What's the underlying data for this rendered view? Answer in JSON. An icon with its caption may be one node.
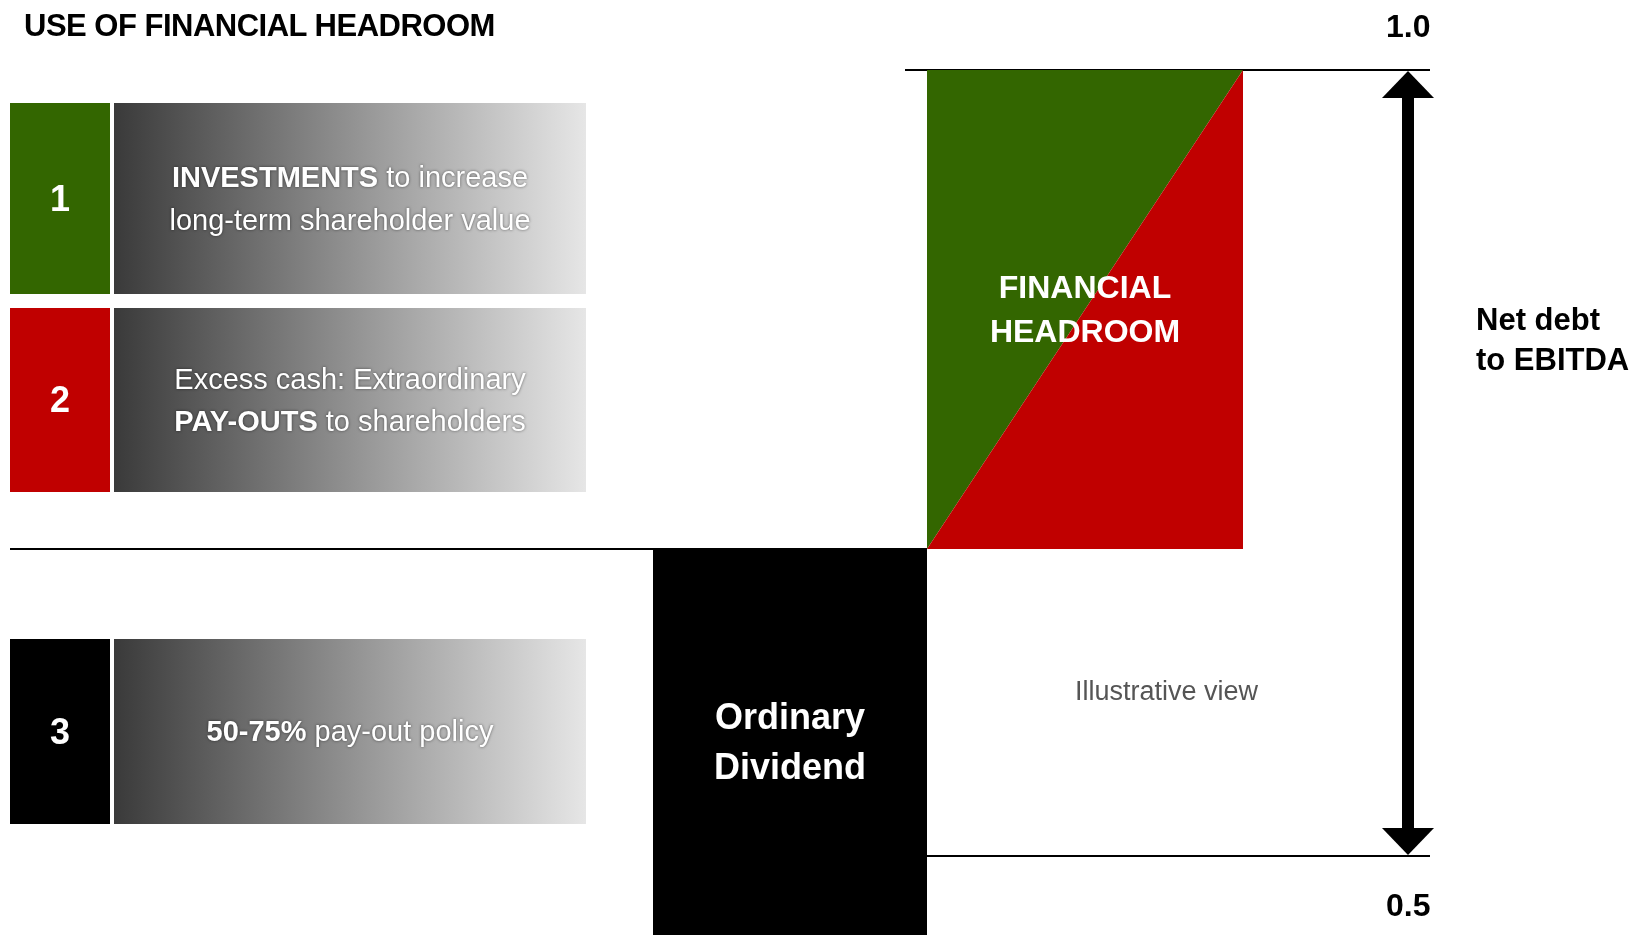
{
  "diagram": {
    "title": "USE OF FINANCIAL HEADROOM",
    "nodes": [
      {
        "text": [
          "1"
        ]
      },
      {
        "text": [
          "**INVESTMENTS** to increase long-term shareholder value"
        ]
      },
      {
        "text": [
          "2"
        ]
      },
      {
        "text": [
          "Excess cash: Extraordinary **PAY-OUTS** to shareholders"
        ]
      },
      {
        "text": [
          "3"
        ]
      },
      {
        "text": [
          "**50-75%** pay-out policy"
        ]
      },
      {
        "text": [
          "Ordinary Dividend"
        ]
      },
      {
        "text": [
          "FINANCIAL HEADROOM"
        ]
      }
    ],
    "edges": [],
    "labels": [
      "1.0",
      "Net debt to EBITDA",
      "Illustrative view",
      "0.5"
    ]
  }
}
